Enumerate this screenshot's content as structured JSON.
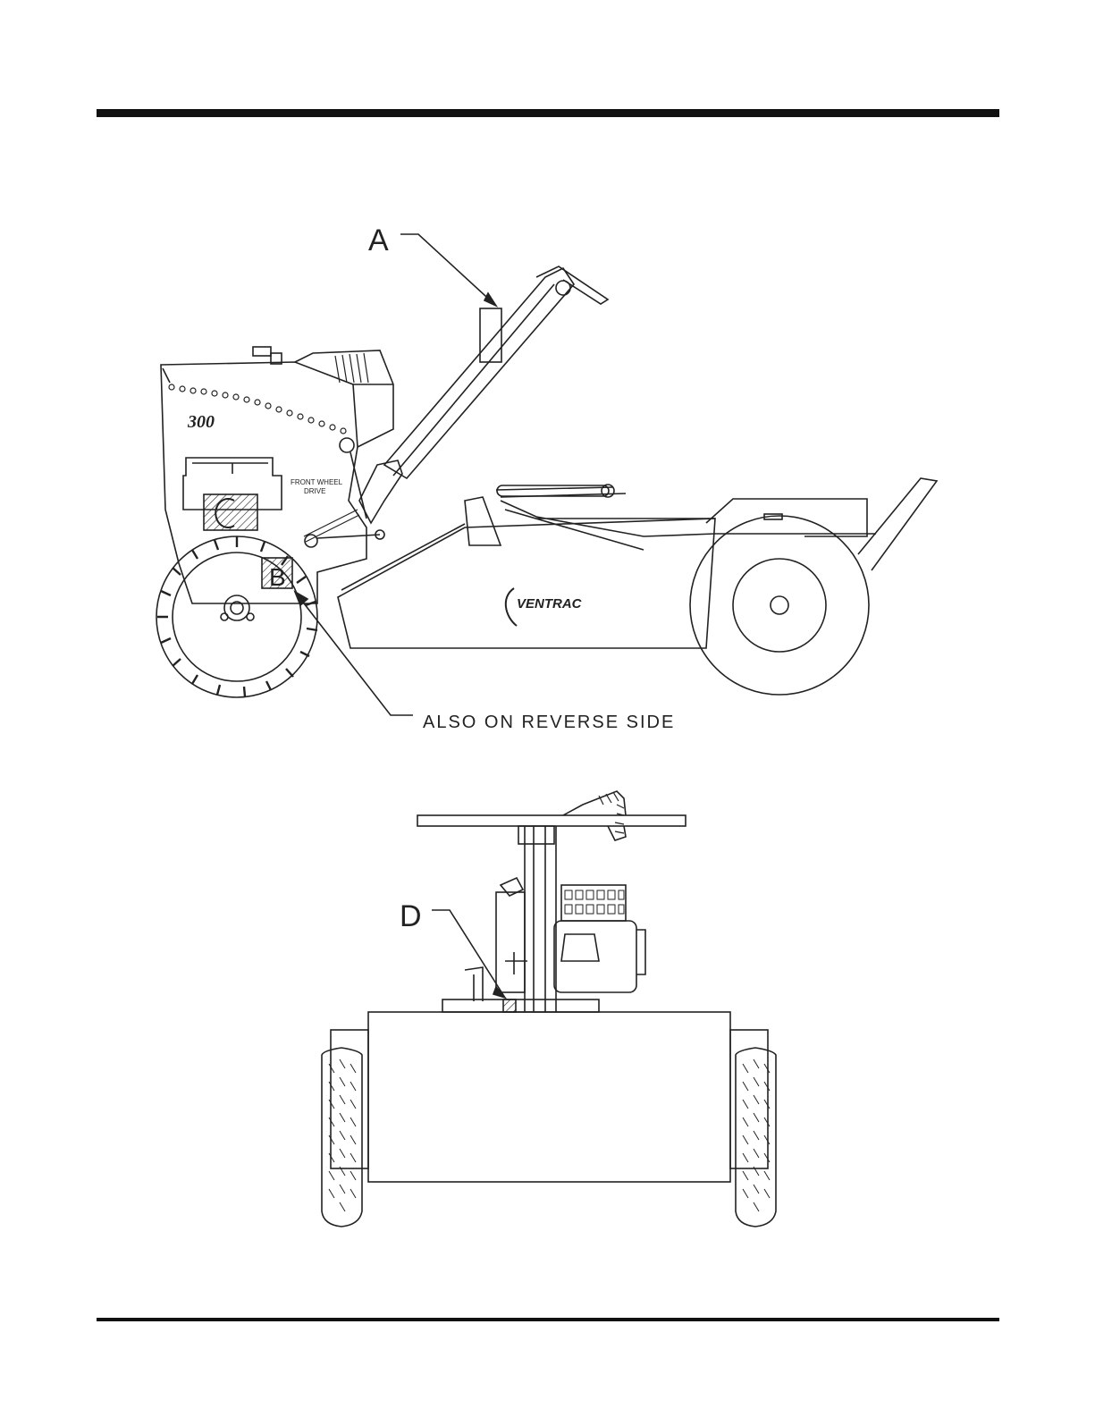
{
  "callouts": {
    "a": "A",
    "b": "B",
    "c": "C",
    "d": "D",
    "reverse_note": "ALSO ON REVERSE SIDE"
  },
  "machine": {
    "model_number": "300",
    "drive_label_line1": "FRONT WHEEL",
    "drive_label_line2": "DRIVE",
    "brand": "VENTRAC"
  },
  "colors": {
    "ink": "#222222",
    "rule": "#111111",
    "background": "#ffffff"
  }
}
